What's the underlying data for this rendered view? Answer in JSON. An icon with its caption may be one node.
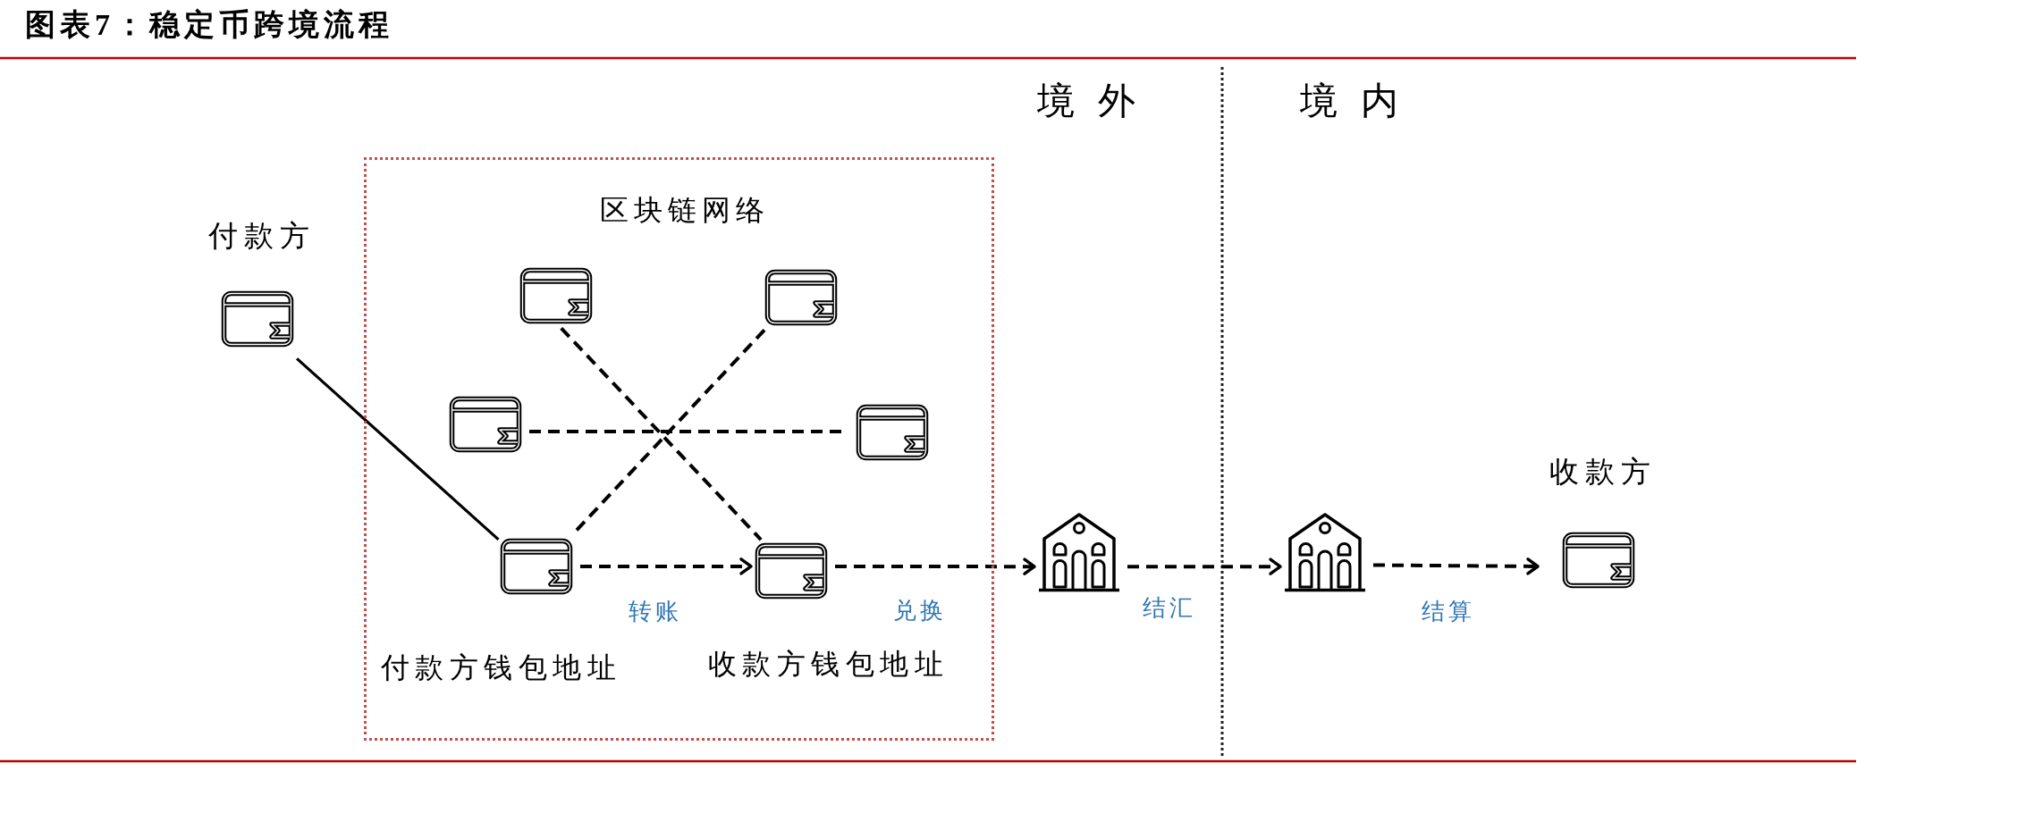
{
  "diagram": {
    "title": "图表7：稳定币跨境流程",
    "nodes": [
      {
        "text": [
          "付款方"
        ]
      },
      {
        "text": [
          "区块链网络"
        ]
      },
      {
        "text": [],
        "shape": "wallet",
        "in": 1
      },
      {
        "text": [],
        "shape": "wallet",
        "in": 1
      },
      {
        "text": [],
        "shape": "wallet",
        "in": 1
      },
      {
        "text": [],
        "shape": "wallet",
        "in": 1
      },
      {
        "text": [],
        "shape": "wallet",
        "in": 1,
        "beside": [
          "付款方钱包地址"
        ]
      },
      {
        "text": [],
        "shape": "wallet",
        "in": 1,
        "beside": [
          "收款方钱包地址"
        ]
      },
      {
        "text": [],
        "shape": "building"
      },
      {
        "text": [],
        "shape": "building"
      },
      {
        "text": [
          "收款方"
        ]
      }
    ],
    "edges": [
      {
        "from": 0,
        "to": 6,
        "arrow": "none"
      },
      {
        "from": 2,
        "to": 7,
        "arrow": "none",
        "style": "dashed"
      },
      {
        "from": 3,
        "to": 6,
        "arrow": "none",
        "style": "dashed"
      },
      {
        "from": 4,
        "to": 5,
        "arrow": "none",
        "style": "dashed"
      },
      {
        "from": 6,
        "to": 7,
        "arrow": "to",
        "style": "dashed",
        "label": "转账"
      },
      {
        "from": 7,
        "to": 8,
        "arrow": "to",
        "style": "dashed",
        "label": "兑换"
      },
      {
        "from": 8,
        "to": 9,
        "arrow": "to",
        "style": "dashed",
        "label": "结汇"
      },
      {
        "from": 9,
        "to": 10,
        "arrow": "to",
        "style": "dashed",
        "label": "结算"
      }
    ],
    "labels": [
      "境 外",
      "境 内"
    ]
  }
}
